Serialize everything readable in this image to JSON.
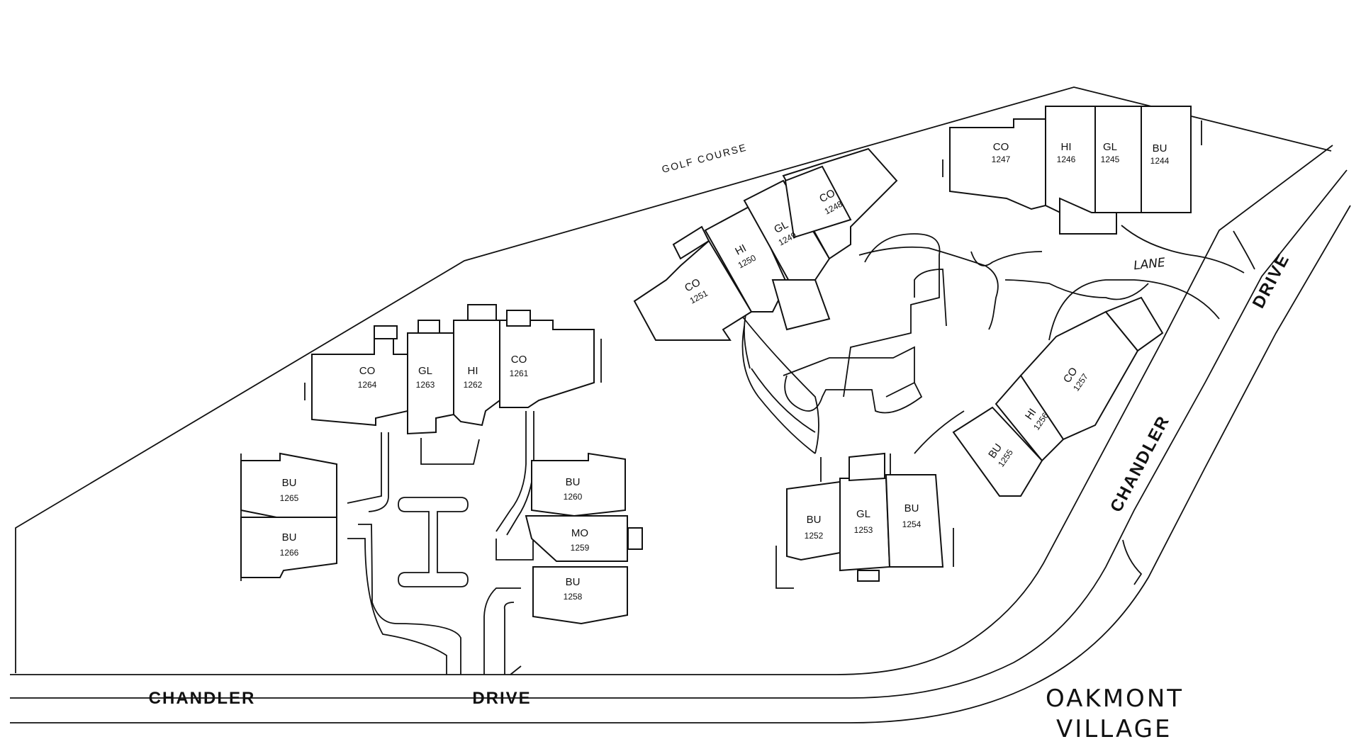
{
  "title": {
    "line1": "OAKMONT",
    "line2": "VILLAGE"
  },
  "streets": {
    "bottom_left": "CHANDLER",
    "bottom_right": "DRIVE",
    "diagonal_chandler": "CHANDLER",
    "diagonal_drive": "DRIVE"
  },
  "labels": {
    "golf_course": "GOLF   COURSE",
    "lane": "LANE"
  },
  "units": [
    {
      "code": "CO",
      "num": "1264"
    },
    {
      "code": "GL",
      "num": "1263"
    },
    {
      "code": "HI",
      "num": "1262"
    },
    {
      "code": "CO",
      "num": "1261"
    },
    {
      "code": "BU",
      "num": "1265"
    },
    {
      "code": "BU",
      "num": "1266"
    },
    {
      "code": "BU",
      "num": "1260"
    },
    {
      "code": "MO",
      "num": "1259"
    },
    {
      "code": "BU",
      "num": "1258"
    },
    {
      "code": "CO",
      "num": "1251"
    },
    {
      "code": "HI",
      "num": "1250"
    },
    {
      "code": "GL",
      "num": "1249"
    },
    {
      "code": "CO",
      "num": "1248"
    },
    {
      "code": "CO",
      "num": "1247"
    },
    {
      "code": "HI",
      "num": "1246"
    },
    {
      "code": "GL",
      "num": "1245"
    },
    {
      "code": "BU",
      "num": "1244"
    },
    {
      "code": "CO",
      "num": "1257"
    },
    {
      "code": "HI",
      "num": "1256"
    },
    {
      "code": "BU",
      "num": "1255"
    },
    {
      "code": "BU",
      "num": "1252"
    },
    {
      "code": "GL",
      "num": "1253"
    },
    {
      "code": "BU",
      "num": "1254"
    }
  ]
}
